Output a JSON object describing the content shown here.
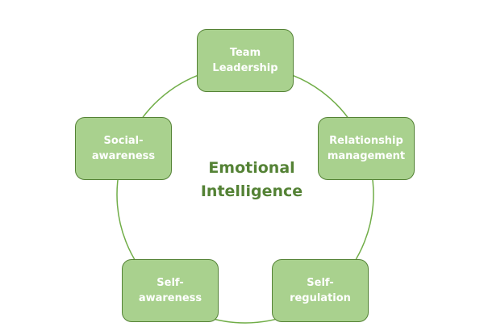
{
  "diagram": {
    "center": {
      "text": "Emotional\nIntelligence"
    },
    "nodes": [
      {
        "id": "team-leadership",
        "label": "Team\nLeadership"
      },
      {
        "id": "relationship-management",
        "label": "Relationship\nmanagement"
      },
      {
        "id": "self-regulation",
        "label": "Self-\nregulation"
      },
      {
        "id": "self-awareness",
        "label": "Self-\nawareness"
      },
      {
        "id": "social-awareness",
        "label": "Social-\nawareness"
      }
    ],
    "colors": {
      "node_fill": "#a9d18e",
      "node_border": "#548235",
      "node_text": "#ffffff",
      "ring": "#70ad47",
      "center_text": "#548235"
    }
  }
}
